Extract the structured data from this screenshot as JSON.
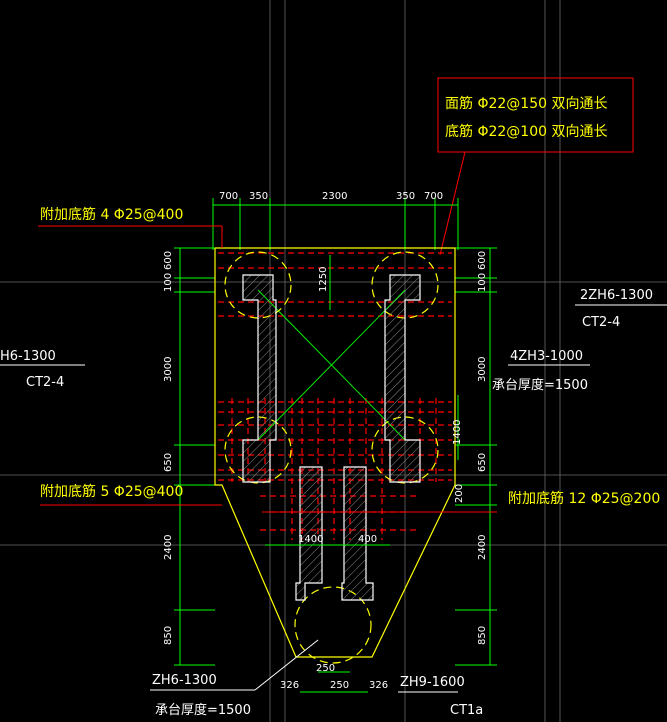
{
  "notes": {
    "top_bar": "面筋 Φ22@150 双向通长",
    "bottom_bar": "底筋 Φ22@100 双向通长"
  },
  "callouts": {
    "extra_bottom_top": "附加底筋 4 Φ25@400",
    "extra_bottom_mid": "附加底筋 5 Φ25@400",
    "extra_bottom_right": "附加底筋 12 Φ25@200"
  },
  "pile_labels": {
    "right_pile": "2ZH6-1300",
    "right_cap": "CT2-4",
    "left_pile": "H6-1300",
    "left_cap": "CT2-4",
    "center_pile": "4ZH3-1000",
    "center_thickness": "承台厚度=1500",
    "bottom_pile": "ZH6-1300",
    "bottom_thickness": "承台厚度=1500",
    "bottom_right_pile": "ZH9-1600",
    "bottom_right_cap": "CT1a"
  },
  "dims_top": [
    "700",
    "350",
    "2300",
    "350",
    "700"
  ],
  "dims_left": [
    "600",
    "100",
    "3000",
    "650",
    "2400",
    "850"
  ],
  "dims_right": [
    "600",
    "100",
    "3000",
    "650",
    "200",
    "2400",
    "850"
  ],
  "dims_inner": {
    "v1250": "1250",
    "v1400": "1400",
    "h1400": "1400",
    "h400": "400",
    "b250": "250",
    "b326a": "326",
    "b250b": "250",
    "b326b": "326"
  },
  "colors": {
    "background": "#000000",
    "outline": "#ffff00",
    "rebar": "#ff0000",
    "dimension": "#00ff00",
    "leader": "#ff0000",
    "text_yellow": "#ffff00",
    "text_white": "#ffffff"
  }
}
